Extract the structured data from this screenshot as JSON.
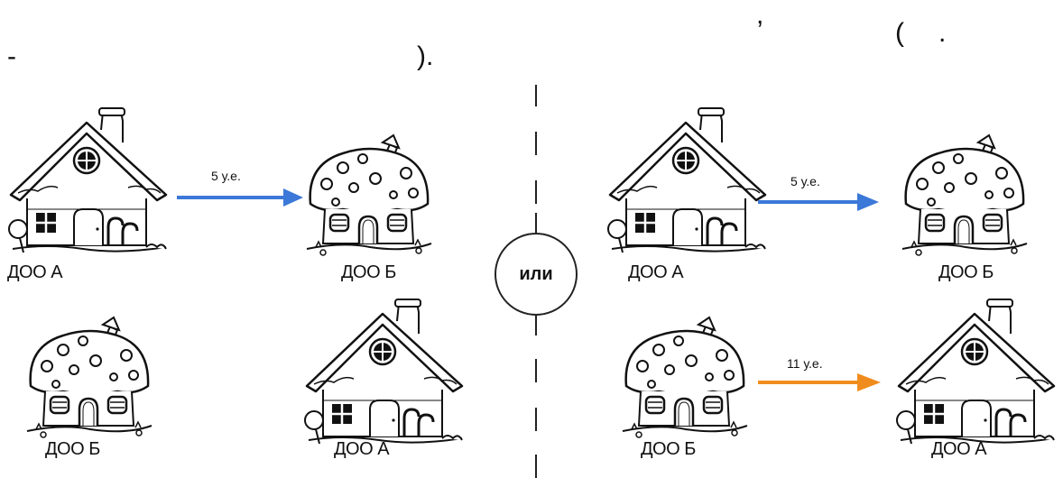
{
  "header": {
    "comma": ",",
    "paren_open": "(",
    "period": ".",
    "dash": "-",
    "paren_close_period": ")."
  },
  "separator": {
    "label": "или"
  },
  "left_panel": {
    "top_left_label": "ДОО А",
    "top_right_label": "ДОО Б",
    "bottom_left_label": "ДОО Б",
    "bottom_right_label": "ДОО А",
    "arrow_label": "5 у.е."
  },
  "right_panel": {
    "top_left_label": "ДОО А",
    "top_right_label": "ДОО Б",
    "bottom_left_label": "ДОО Б",
    "bottom_right_label": "ДОО А",
    "top_arrow_label": "5 у.е.",
    "bottom_arrow_label": "11 у.е."
  },
  "colors": {
    "blue_arrow": "#3b78d8",
    "orange_arrow": "#f08c1e"
  }
}
